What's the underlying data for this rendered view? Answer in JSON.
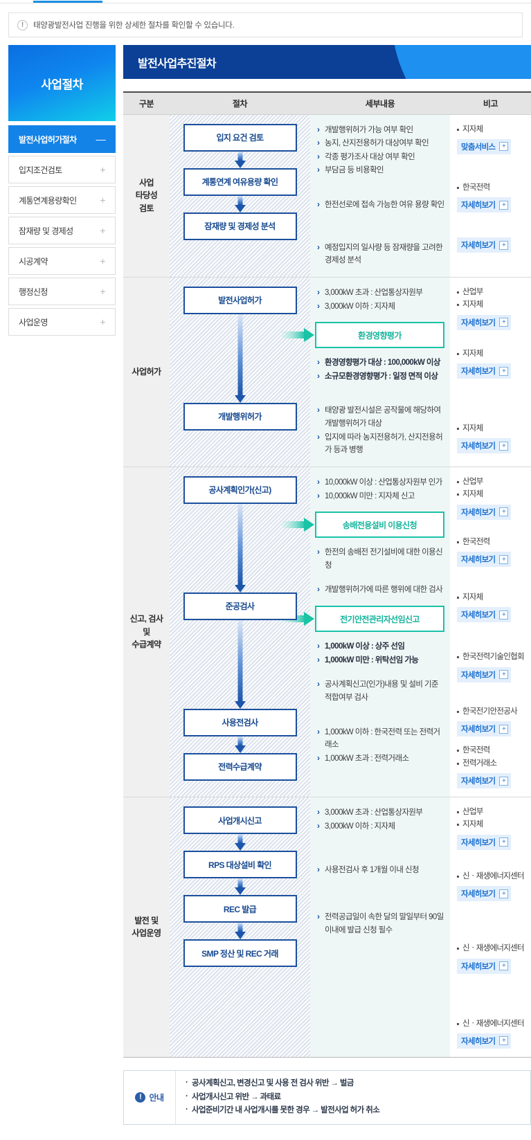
{
  "top": {
    "active_tab_indicator": "active-tab-underline"
  },
  "notice": {
    "icon": "!",
    "text": "태양광발전사업 진행을 위한 상세한 절차를 확인할 수 있습니다."
  },
  "sidebar": {
    "hero_title": "사업절차",
    "items": [
      {
        "label": "발전사업허가절차",
        "sign": "—",
        "active": true
      },
      {
        "label": "입지조건검토",
        "sign": "+",
        "active": false
      },
      {
        "label": "계통연계용량확인",
        "sign": "+",
        "active": false
      },
      {
        "label": "잠재량 및 경제성",
        "sign": "+",
        "active": false
      },
      {
        "label": "시공계약",
        "sign": "+",
        "active": false
      },
      {
        "label": "행정신청",
        "sign": "+",
        "active": false
      },
      {
        "label": "사업운영",
        "sign": "+",
        "active": false
      }
    ]
  },
  "banner": {
    "title": "발전사업추진절차",
    "bg_color": "#0b4096",
    "accent_color": "#1e90f0"
  },
  "table": {
    "headers": [
      "구분",
      "절차",
      "세부내용",
      "비고"
    ],
    "sections": [
      {
        "gubun": "사업\n타당성\n검토",
        "procedures": [
          "입지 요건 검토",
          "계통연계 여유용량 확인",
          "잠재량 및 경제성 분석"
        ],
        "details": [
          {
            "bullets": [
              "개발행위허가 가능 여부 확인",
              "농지, 산지전용허가 대상여부 확인",
              "각종 평가조사 대상 여부 확인",
              "부담금 등 비용확인"
            ]
          },
          {
            "bullets": [
              "한전선로에 접속 가능한 여유 용량 확인"
            ]
          },
          {
            "bullets": [
              "예정입지의 일사량 등 잠재량을 고려한 경제성 분석"
            ]
          }
        ],
        "bigo": [
          {
            "orgs": [
              "지자체"
            ],
            "button": "맞춤서비스"
          },
          {
            "orgs": [
              "한국전력"
            ],
            "button": "자세히보기"
          },
          {
            "orgs": [],
            "button": "자세히보기"
          }
        ]
      },
      {
        "gubun": "사업허가",
        "procedures": [
          "발전사업허가",
          "개발행위허가"
        ],
        "teal_box": "환경영향평가",
        "details": [
          {
            "bullets": [
              "3,000kW 초과 : 산업통상자원부",
              "3,000kW 이하 : 지자체"
            ]
          },
          {
            "strong_bullets": [
              "환경영향평가 대상 : 100,000kW 이상",
              "소규모환경영향평가 : 일정 면적 이상"
            ]
          },
          {
            "bullets": [
              "태양광 발전시설은 공작물에 해당하여 개발행위허가 대상",
              "입지에 따라 농지전용허가, 산지전용허가 등과 병행"
            ]
          }
        ],
        "bigo": [
          {
            "orgs": [
              "산업부",
              "지자체"
            ],
            "button": "자세히보기"
          },
          {
            "orgs": [
              "지자체"
            ],
            "button": "자세히보기"
          },
          {
            "orgs": [
              "지자체"
            ],
            "button": "자세히보기"
          }
        ]
      },
      {
        "gubun": "신고, 검사\n및\n수급계약",
        "procedures": [
          "공사계획인가(신고)",
          "준공검사",
          "사용전검사",
          "전력수급계약"
        ],
        "teal_boxes": [
          "송배전용설비 이용신청",
          "전기안전관리자선임신고"
        ],
        "details": [
          {
            "bullets": [
              "10,000kW 이상 : 산업통상자원부 인가",
              "10,000kW 미만 : 지자체 신고"
            ]
          },
          {
            "bullets": [
              "한전의 송배전 전기설비에 대한 이용신청"
            ]
          },
          {
            "bullets": [
              "개발행위허가에 따른 행위에 대한 검사"
            ]
          },
          {
            "strong_bullets": [
              "1,000kW 이상 : 상주 선임",
              "1,000kW 미만 : 위탁선임 가능"
            ]
          },
          {
            "bullets": [
              "공사계획신고(인가)내용 및 설비 기준 적합여부 검사"
            ]
          },
          {
            "bullets": [
              "1,000kW 이하 : 한국전력 또는 전력거래소",
              "1,000kW 초과 : 전력거래소"
            ]
          }
        ],
        "bigo": [
          {
            "orgs": [
              "산업부",
              "지자체"
            ],
            "button": "자세히보기"
          },
          {
            "orgs": [
              "한국전력"
            ],
            "button": "자세히보기"
          },
          {
            "orgs": [
              "지자체"
            ],
            "button": "자세히보기"
          },
          {
            "orgs": [
              "한국전력기술인협회"
            ],
            "button": "자세히보기"
          },
          {
            "orgs": [
              "한국전기안전공사"
            ],
            "button": "자세히보기"
          },
          {
            "orgs": [
              "한국전력",
              "전력거래소"
            ],
            "button": "자세히보기"
          }
        ]
      },
      {
        "gubun": "발전 및\n사업운영",
        "procedures": [
          "사업개시신고",
          "RPS 대상설비 확인",
          "REC 발급",
          "SMP 정산 및 REC 거래"
        ],
        "details": [
          {
            "bullets": [
              "3,000kW 초과 : 산업통상자원부",
              "3,000kW 이하 : 지자체"
            ]
          },
          {
            "bullets": [
              "사용전검사 후 1개월 이내 신청"
            ]
          },
          {
            "bullets": [
              "전력공급일이 속한 달의 말일부터 90일 이내에 발급 신청 필수"
            ]
          }
        ],
        "bigo": [
          {
            "orgs": [
              "산업부",
              "지자체"
            ],
            "button": "자세히보기"
          },
          {
            "orgs": [
              "신ㆍ재생에너지센터"
            ],
            "button": "자세히보기"
          },
          {
            "orgs": [
              "신ㆍ재생에너지센터"
            ],
            "button": "자세히보기"
          },
          {
            "orgs": [
              "신ㆍ재생에너지센터"
            ],
            "button": "자세히보기"
          }
        ]
      }
    ]
  },
  "guide": {
    "icon": "!",
    "label": "안내",
    "items": [
      "공사계획신고, 변경신고 및 사용 전 검사 위반 → 벌금",
      "사업개시신고 위반 → 과태료",
      "사업준비기간 내 사업개시를 못한 경우 → 발전사업 허가 취소"
    ]
  }
}
